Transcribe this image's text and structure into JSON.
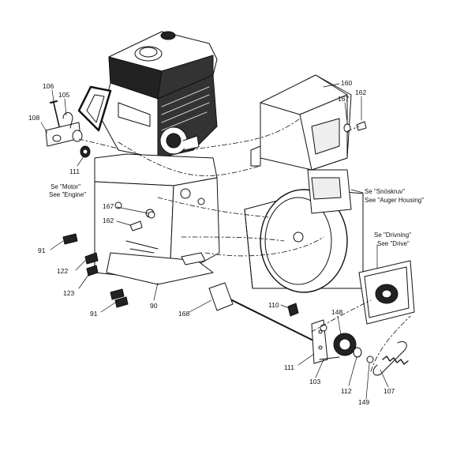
{
  "parts": {
    "p106": "106",
    "p105": "105",
    "p108": "108",
    "p111a": "111",
    "p160": "160",
    "p167a": "167",
    "p162a": "162",
    "p167b": "167",
    "p162b": "162",
    "p91a": "91",
    "p122": "122",
    "p123": "123",
    "p91b": "91",
    "p90": "90",
    "p168": "168",
    "p110": "110",
    "p148": "148",
    "p111b": "111",
    "p103": "103",
    "p112": "112",
    "p149": "149",
    "p107": "107"
  },
  "notes": {
    "motor_se": "Se \"Motor\"",
    "motor_see": "See \"Engine\"",
    "auger_se": "Se \"Snöskruv\"",
    "auger_see": "See \"Auger Housing\"",
    "drive_se": "Se \"Drivning\"",
    "drive_see": "See \"Drive\""
  }
}
